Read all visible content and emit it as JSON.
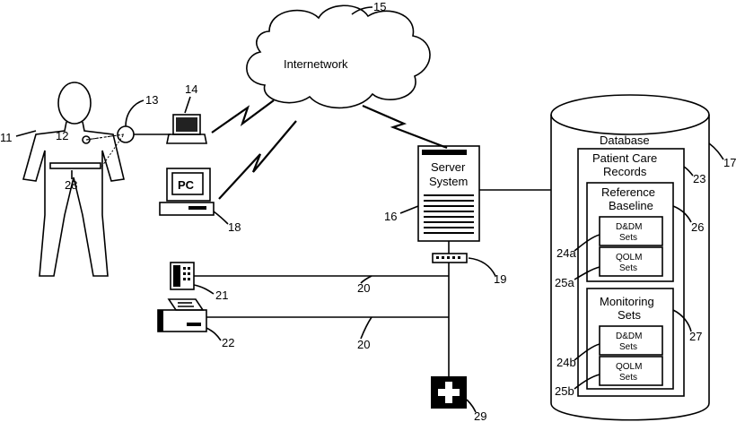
{
  "figure": {
    "network": {
      "label": "Internetwork",
      "ref": "15"
    },
    "server": {
      "label_line1": "Server",
      "label_line2": "System",
      "ref": "16"
    },
    "database": {
      "label": "Database",
      "ref": "17"
    },
    "patient_care": {
      "label_line1": "Patient Care",
      "label_line2": "Records",
      "ref": "23"
    },
    "reference_baseline": {
      "label_line1": "Reference",
      "label_line2": "Baseline",
      "ref": "26"
    },
    "monitoring_sets": {
      "label_line1": "Monitoring",
      "label_line2": "Sets",
      "ref": "27"
    },
    "ref_dd_sets": {
      "line1": "D&DM",
      "line2": "Sets",
      "ref": "24a"
    },
    "ref_qolm_sets": {
      "line1": "QOLM",
      "line2": "Sets",
      "ref": "25a"
    },
    "mon_dd_sets": {
      "line1": "D&DM",
      "line2": "Sets",
      "ref": "24b"
    },
    "mon_qolm_sets": {
      "line1": "QOLM",
      "line2": "Sets",
      "ref": "25b"
    },
    "patient": {
      "ref": "11"
    },
    "implant": {
      "ref": "12"
    },
    "wand": {
      "ref": "13"
    },
    "laptop": {
      "ref": "14"
    },
    "pc": {
      "screen_label": "PC",
      "ref": "18"
    },
    "hub": {
      "ref": "19"
    },
    "line_upper": {
      "ref": "20"
    },
    "line_lower": {
      "ref": "20"
    },
    "phone": {
      "ref": "21"
    },
    "fax": {
      "ref": "22"
    },
    "belt": {
      "ref": "28"
    },
    "medical": {
      "ref": "29"
    }
  }
}
